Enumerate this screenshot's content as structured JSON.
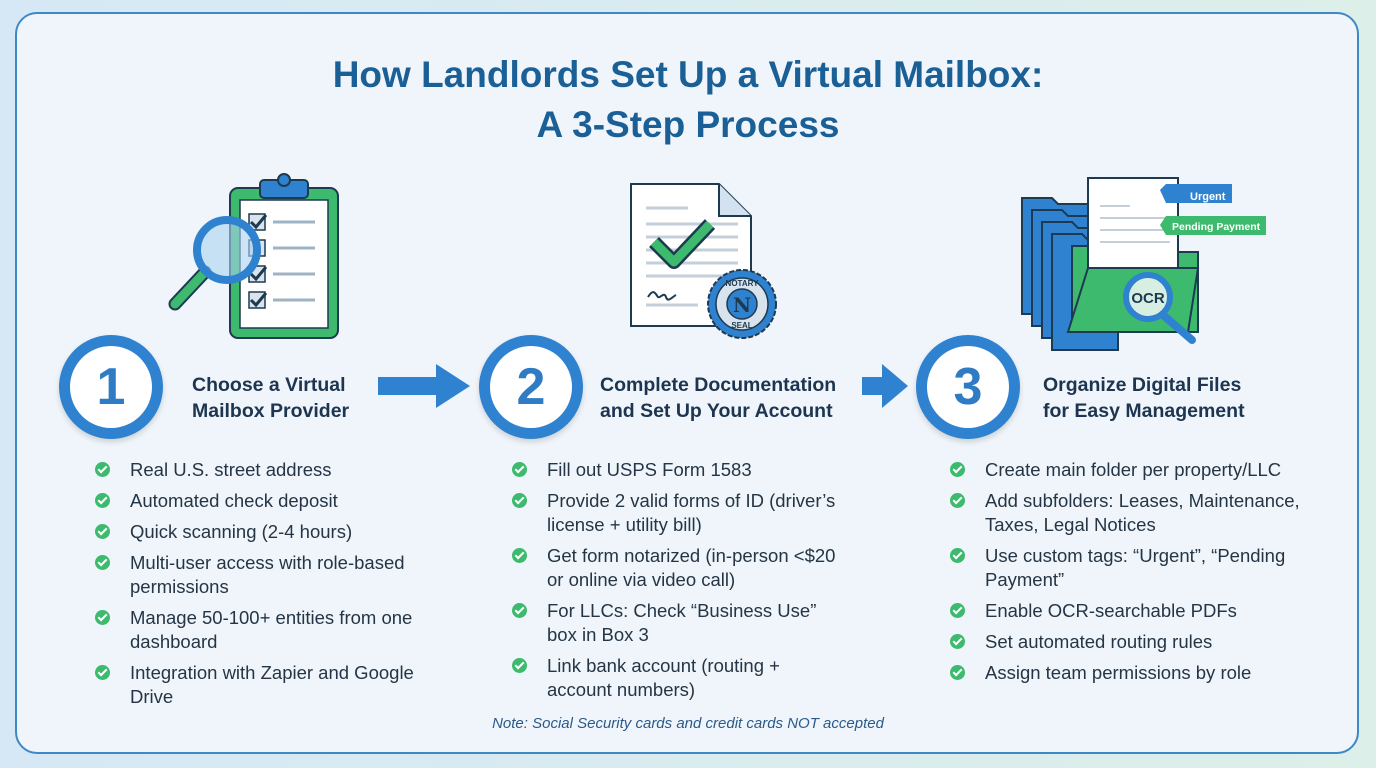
{
  "title": {
    "line1": "How Landlords Set Up a Virtual Mailbox:",
    "line2": "A 3-Step Process"
  },
  "colors": {
    "primary": "#2f82cf",
    "title": "#1a5f96",
    "check": "#3dba6d",
    "background": "#eff5fa"
  },
  "steps": [
    {
      "number": "1",
      "heading_line1": "Choose a Virtual",
      "heading_line2": "Mailbox Provider",
      "icon": "clipboard-magnifier-icon",
      "items": [
        "Real U.S. street address",
        "Automated check deposit",
        "Quick scanning (2-4 hours)",
        "Multi-user access with role-based permissions",
        "Manage 50-100+ entities from one dashboard",
        "Integration with Zapier and Google Drive"
      ]
    },
    {
      "number": "2",
      "heading_line1": "Complete Documentation",
      "heading_line2": "and Set Up Your Account",
      "icon": "notarized-document-icon",
      "seal_text_top": "NOTARY",
      "seal_letter": "N",
      "seal_text_bottom": "SEAL",
      "items": [
        "Fill out USPS Form 1583",
        "Provide 2 valid forms of ID (driver’s license + utility bill)",
        "Get form notarized (in-person <$20 or online via video call)",
        "For LLCs: Check “Business Use” box in Box 3",
        "Link bank account (routing + account numbers)"
      ]
    },
    {
      "number": "3",
      "heading_line1": "Organize Digital Files",
      "heading_line2": "for Easy Management",
      "icon": "folders-ocr-icon",
      "tag1": "Urgent",
      "tag2": "Pending Payment",
      "ocr": "OCR",
      "items": [
        "Create main folder per property/LLC",
        "Add subfolders: Leases, Maintenance, Taxes, Legal Notices",
        "Use custom tags: “Urgent”, “Pending Payment”",
        "Enable OCR-searchable PDFs",
        "Set automated routing rules",
        "Assign team permissions by role"
      ]
    }
  ],
  "note": "Note: Social Security cards and credit cards NOT accepted"
}
